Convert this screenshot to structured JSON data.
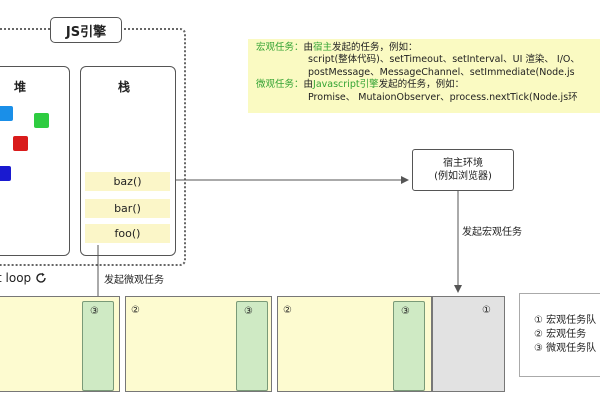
{
  "engine": {
    "title": "JS引擎",
    "heap_label": "堆",
    "stack_label": "栈",
    "stack_frames": [
      "baz()",
      "bar()",
      "foo()"
    ],
    "object_colors": [
      "#1a8fe8",
      "#2ecc40",
      "#d91b1b",
      "#1a1ad0"
    ]
  },
  "host": {
    "line1": "宿主环境",
    "line2": "(例如浏览器)"
  },
  "info": {
    "macro_label": "宏观任务：",
    "macro_prefix": "由",
    "macro_keyword": "宿主",
    "macro_suffix": "发起的任务，例如：",
    "macro_line2": "script(整体代码)、setTimeout、setInterval、UI 渲染、 I/O、",
    "macro_line3": "postMessage、MessageChannel、setImmediate(Node.js",
    "micro_label": "微观任务：",
    "micro_prefix": "由",
    "micro_keyword": "Javascript引擎",
    "micro_suffix": "发起的任务，例如：",
    "micro_line2": "Promise、 MutaionObserver、process.nextTick(Node.js环"
  },
  "labels": {
    "micro_arrow": "发起微观任务",
    "macro_arrow": "发起宏观任务",
    "event_loop": "t loop",
    "loop_icon": "refresh-icon"
  },
  "queue": {
    "boxes": [
      {
        "number": "",
        "micro_number": "③"
      },
      {
        "number": "②",
        "micro_number": "③"
      },
      {
        "number": "②",
        "micro_number": "③"
      },
      {
        "number": "①",
        "micro_number": ""
      }
    ]
  },
  "legend": {
    "items": [
      "① 宏观任务队",
      "② 宏观任务",
      "③ 微观任务队"
    ]
  },
  "colors": {
    "queue_fill": "#fdfbd0",
    "micro_fill": "#cfeac4",
    "next_fill": "#e2e2e2",
    "info_fill": "#fafac2"
  }
}
